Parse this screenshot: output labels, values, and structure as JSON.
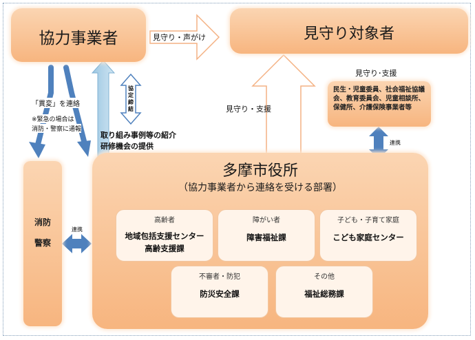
{
  "partner": {
    "title": "協力事業者"
  },
  "target": {
    "title": "見守り対象者"
  },
  "arrow_labels": {
    "watch_call": "見守り・声がけ",
    "report_change": "「異変」を連絡",
    "emergency_line1": "※緊急の場合は",
    "emergency_line2": "消防・警察に通報",
    "agreement": "協定締結",
    "cases_line1": "取り組み事例等の紹介",
    "cases_line2": "研修機会の提供",
    "watch_support_city": "見守り・支援",
    "watch_support_local": "見守り･支援",
    "link_right": "連携",
    "link_left": "連携"
  },
  "local": {
    "text": "民生・児童委員、社会福祉協議会、教育委員会、児童相談所、保健所、介護保険事業者等"
  },
  "fire_police": {
    "line1": "消防",
    "line2": "警察"
  },
  "city": {
    "title": "多摩市役所",
    "subtitle": "（協力事業者から連絡を受ける部署）",
    "departments": [
      {
        "category": "高齢者",
        "name_line1": "地域包括支援センター",
        "name_line2": "高齢支援課"
      },
      {
        "category": "障がい者",
        "name_line1": "障害福祉課",
        "name_line2": ""
      },
      {
        "category": "子ども・子育て家庭",
        "name_line1": "こども家庭センター",
        "name_line2": ""
      },
      {
        "category": "不審者・防犯",
        "name_line1": "防災安全課",
        "name_line2": ""
      },
      {
        "category": "その他",
        "name_line1": "福祉総務課",
        "name_line2": ""
      }
    ]
  },
  "colors": {
    "box_fill_top": "#fbd5b2",
    "box_fill_bottom": "#f7b57f",
    "arrow_blue": "#4f81bd",
    "arrow_light_blue": "#b7d7ea",
    "arrow_outline": "#f4b183"
  }
}
